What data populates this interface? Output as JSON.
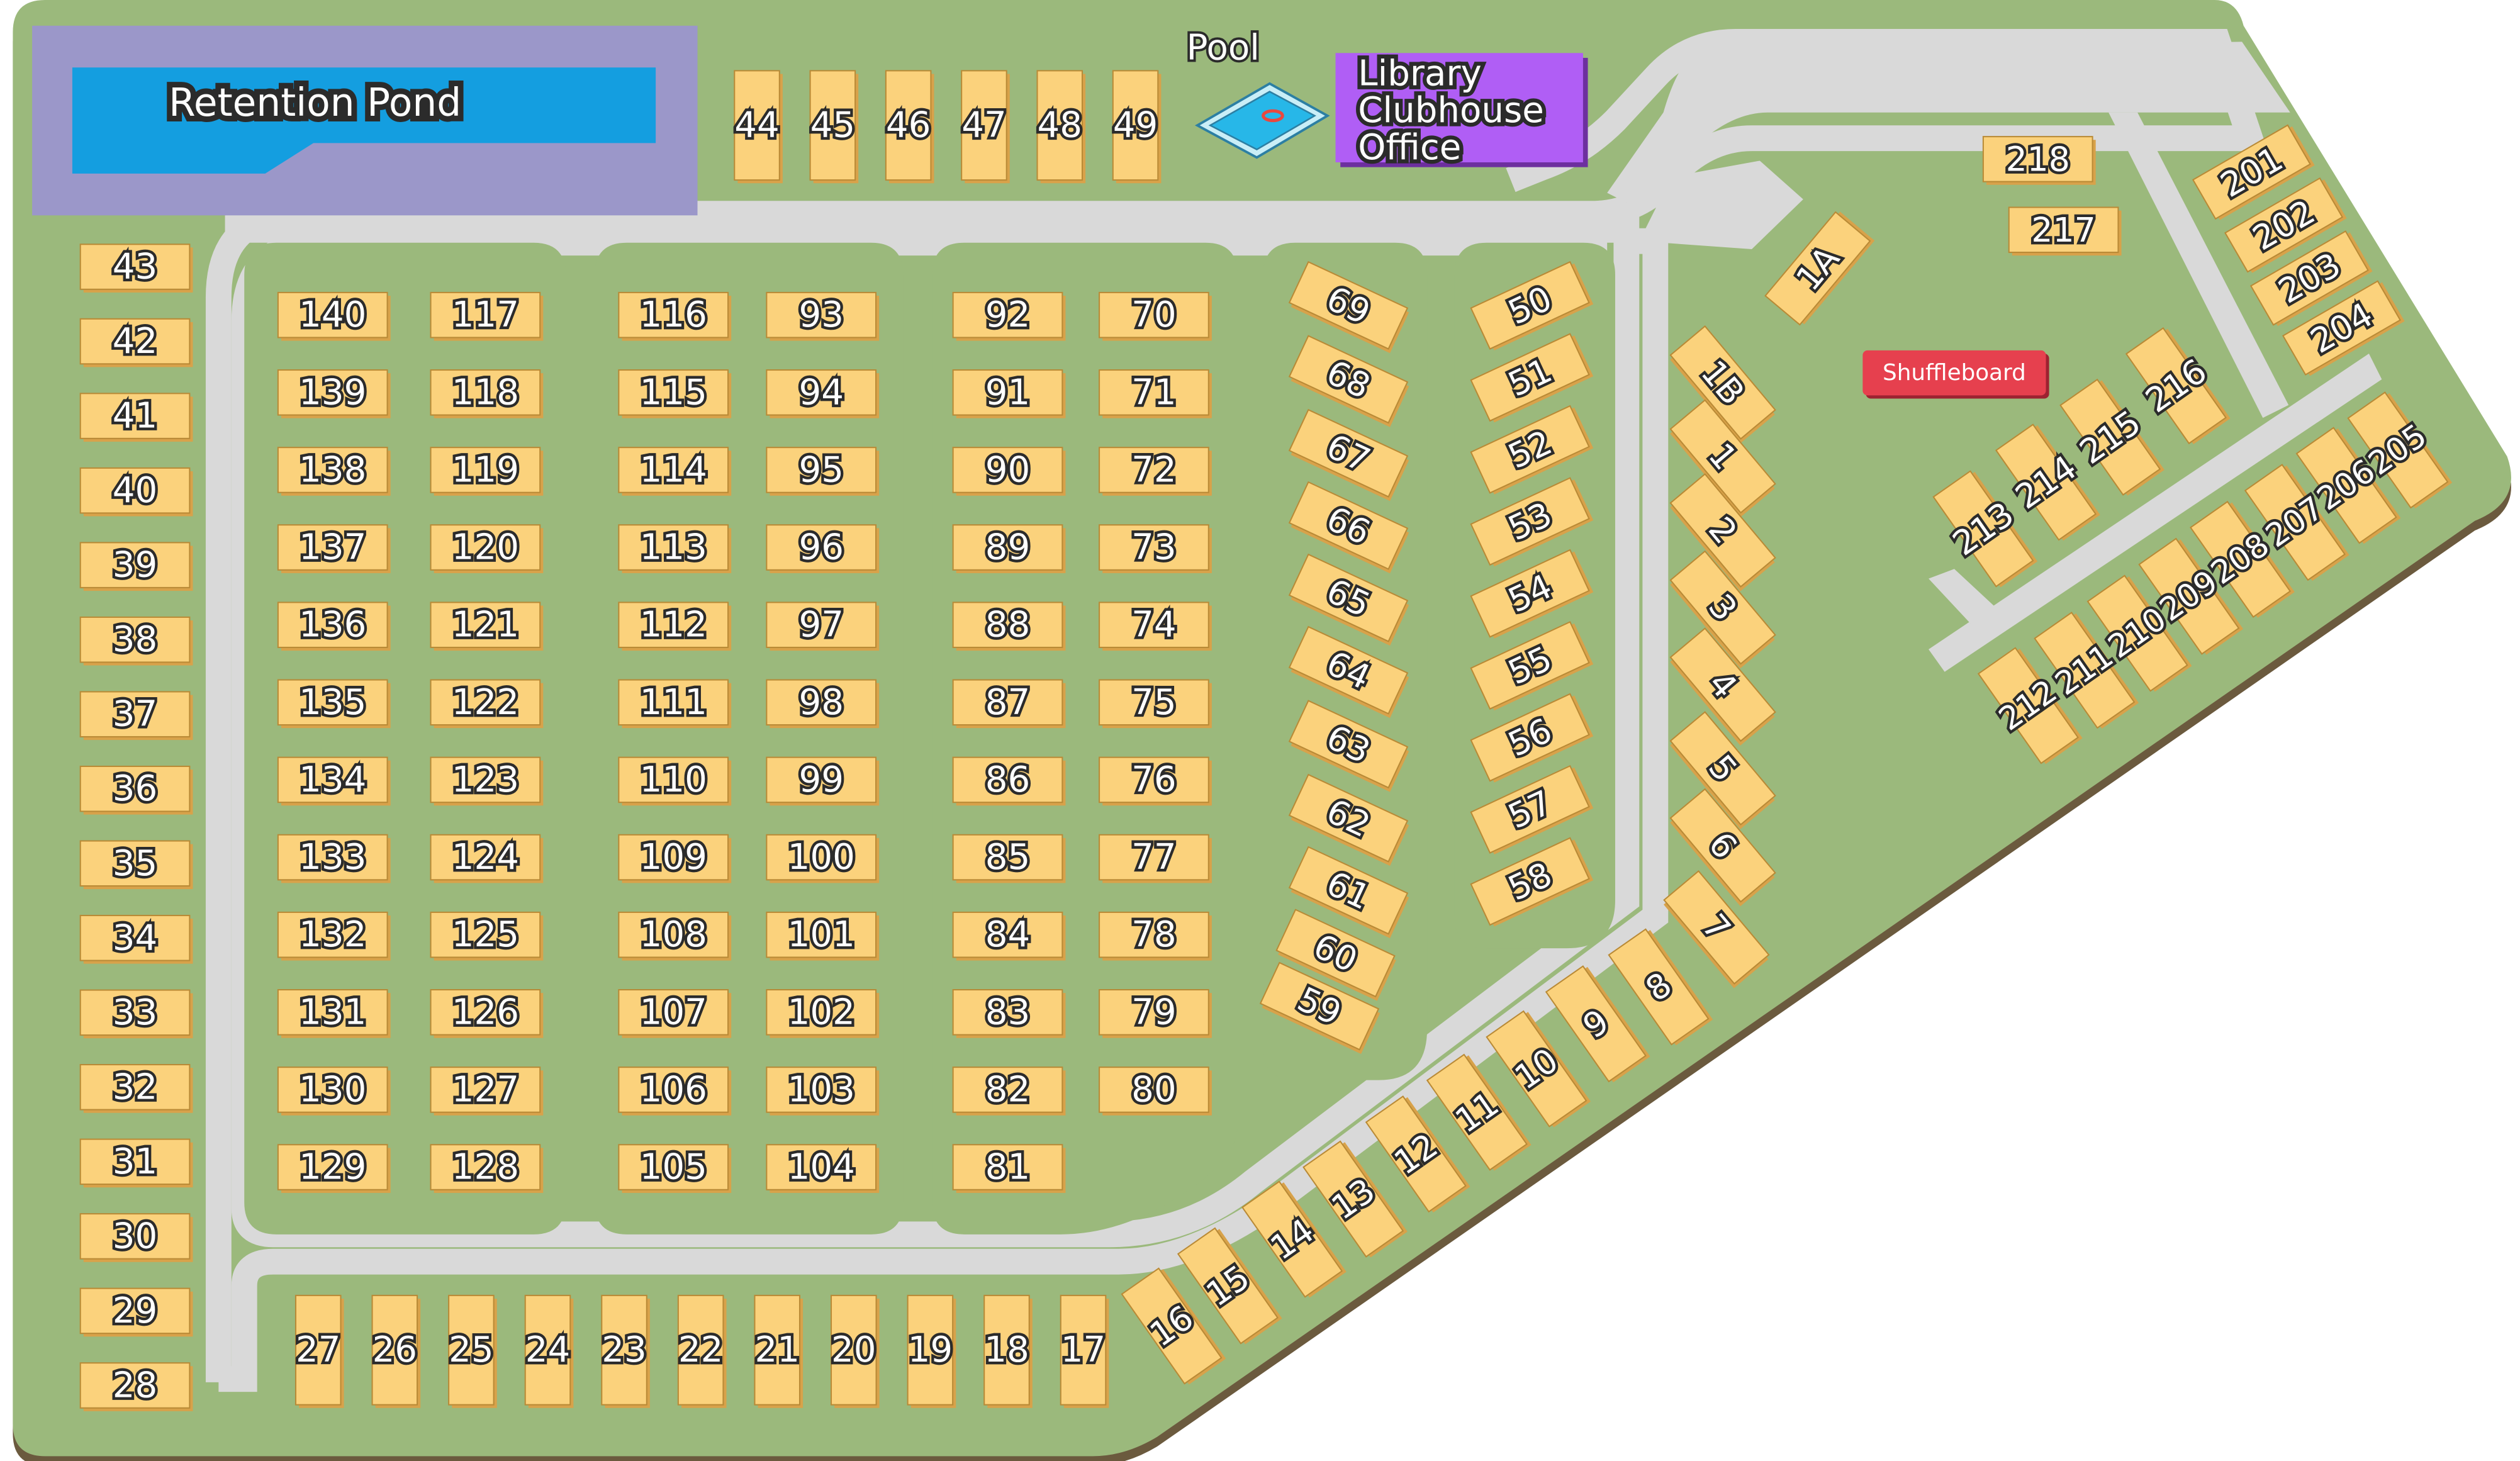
{
  "colors": {
    "grass": "#9bb97c",
    "grass_edge": "#6b5a3e",
    "road": "#d9d9d9",
    "lot": "#fbd27c",
    "pond_border": "#9b97c9",
    "pond_water": "#149ee0",
    "clubhouse": "#b05ef5",
    "shuffleboard": "#e6404e",
    "pool_water": "#27b7e8"
  },
  "labels": {
    "retention_pond": "Retention Pond",
    "pool": "Pool",
    "clubhouse_lines": [
      "Library",
      "Clubhouse",
      "Office"
    ],
    "shuffleboard": "Shuffleboard"
  },
  "lots": {
    "left_column": [
      "43",
      "42",
      "41",
      "40",
      "39",
      "38",
      "37",
      "36",
      "35",
      "34",
      "33",
      "32",
      "31",
      "30",
      "29",
      "28"
    ],
    "top_row": [
      "44",
      "45",
      "46",
      "47",
      "48",
      "49"
    ],
    "bottom_row": [
      "27",
      "26",
      "25",
      "24",
      "23",
      "22",
      "21",
      "20",
      "19",
      "18",
      "17"
    ],
    "block1_col1": [
      "140",
      "139",
      "138",
      "137",
      "136",
      "135",
      "134",
      "133",
      "132",
      "131",
      "130",
      "129"
    ],
    "block1_col2": [
      "117",
      "118",
      "119",
      "120",
      "121",
      "122",
      "123",
      "124",
      "125",
      "126",
      "127",
      "128"
    ],
    "block2_col1": [
      "116",
      "115",
      "114",
      "113",
      "112",
      "111",
      "110",
      "109",
      "108",
      "107",
      "106",
      "105"
    ],
    "block2_col2": [
      "93",
      "94",
      "95",
      "96",
      "97",
      "98",
      "99",
      "100",
      "101",
      "102",
      "103",
      "104"
    ],
    "block3_col1": [
      "92",
      "91",
      "90",
      "89",
      "88",
      "87",
      "86",
      "85",
      "84",
      "83",
      "82",
      "81"
    ],
    "block3_col2": [
      "70",
      "71",
      "72",
      "73",
      "74",
      "75",
      "76",
      "77",
      "78",
      "79",
      "80"
    ],
    "block4": [
      "69",
      "68",
      "67",
      "66",
      "65",
      "64",
      "63",
      "62",
      "61",
      "60",
      "59"
    ],
    "block5": [
      "50",
      "51",
      "52",
      "53",
      "54",
      "55",
      "56",
      "57",
      "58"
    ],
    "east_column": [
      "1A",
      "1B",
      "1",
      "2",
      "3",
      "4",
      "5",
      "6",
      "7"
    ],
    "south_diagonal": [
      "16",
      "15",
      "14",
      "13",
      "12",
      "11",
      "10",
      "9",
      "8"
    ],
    "ne_upper": [
      "218",
      "217"
    ],
    "ne_column": [
      "201",
      "202",
      "203",
      "204"
    ],
    "ne_upper_diagonal": [
      "213",
      "214",
      "215",
      "216"
    ],
    "ne_lower_diagonal": [
      "212",
      "211",
      "210",
      "209",
      "208",
      "207",
      "206",
      "205"
    ]
  }
}
